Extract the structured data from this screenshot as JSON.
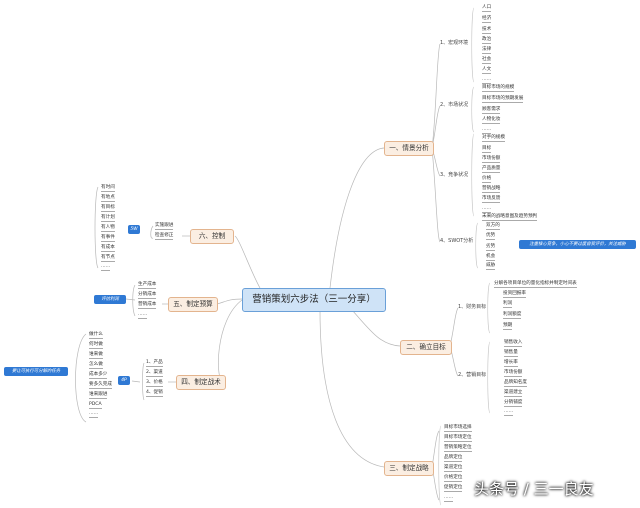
{
  "center": "营销策划六步法（三一分享）",
  "sections": {
    "s1": {
      "title": "一、情景分析",
      "macro": {
        "label": "1、宏观环境",
        "items": [
          "人口",
          "经济",
          "技术",
          "政治",
          "法律",
          "社会",
          "人文",
          "……"
        ]
      },
      "market": {
        "label": "2、市场状况",
        "items": [
          "目标市场的规模",
          "目标市场的预期发展",
          "顾客需求",
          "人物化妆",
          "……"
        ]
      },
      "competition": {
        "label": "3、竞争状况",
        "items": [
          "对手的规模",
          "目标",
          "市场份额",
          "产品质量",
          "价格",
          "营销战略",
          "市场反馈",
          "……",
          "未来的战略意图及趋势预判"
        ]
      },
      "swot": {
        "label": "4、SWOT分析",
        "items": [
          "双方的",
          "优势",
          "劣势",
          "机会",
          "威胁"
        ]
      },
      "swot_note": "注重核心竞争，小心不要过度自我评价，关注威胁"
    },
    "s2": {
      "title": "二、确立目标",
      "finance": {
        "label": "1、财务目标",
        "items": [
          "分解各项目单位的量化指标并制定时间表",
          "投资回报率",
          "利润",
          "利润额度",
          "预期"
        ]
      },
      "marketing": {
        "label": "2、营销目标",
        "items": [
          "销售收入",
          "销售量",
          "增长率",
          "市场份额",
          "品牌知名度",
          "渠道建立",
          "分销铺度",
          "……"
        ]
      }
    },
    "s3": {
      "title": "三、制定战略",
      "items": [
        "目标市场选择",
        "目标市场定位",
        "营销策略定位",
        "品牌定位",
        "渠道定位",
        "价格定位",
        "促销定位",
        "……"
      ]
    },
    "s4": {
      "title": "四、制定战术",
      "items": [
        "1、产品",
        "2、渠道",
        "3、价格",
        "4、促销"
      ],
      "mid": "4P",
      "details": [
        "做什么",
        "何时做",
        "谁来做",
        "怎么做",
        "成本多少",
        "要多久完成",
        "谁来跟进",
        "PDCA",
        "……"
      ],
      "note": "要让可执行可分解的任务"
    },
    "s5": {
      "title": "五、制定预算",
      "items": [
        "生产成本",
        "分销成本",
        "营销成本",
        "……"
      ],
      "note": "评估利润"
    },
    "s6": {
      "title": "六、控制",
      "items": [
        "实施跟进",
        "检查修正"
      ],
      "mid": "5W",
      "details": [
        "有时间",
        "有地点",
        "有目标",
        "有计划",
        "有人物",
        "有事件",
        "有成本",
        "有节点",
        "……"
      ]
    }
  },
  "watermark": "头条号 / 三一良友"
}
